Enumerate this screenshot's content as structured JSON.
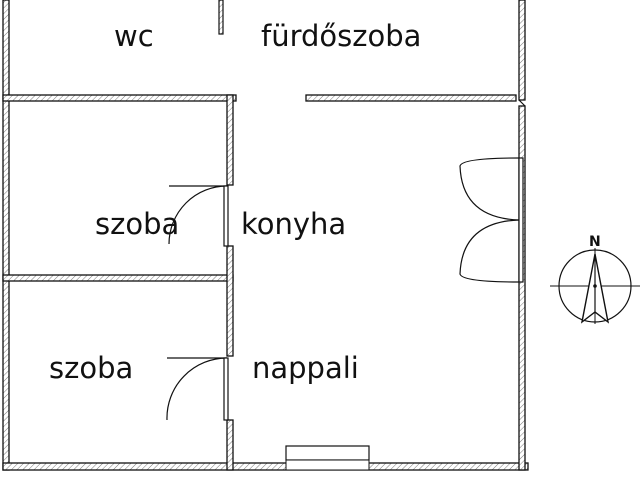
{
  "floor_plan": {
    "rooms": {
      "wc": "wc",
      "bathroom": "fürdőszoba",
      "room_upper": "szoba",
      "kitchen": "konyha",
      "room_lower": "szoba",
      "living_room": "nappali"
    },
    "compass": {
      "north_label": "N"
    }
  },
  "colors": {
    "line": "#111111",
    "hatch": "#555555",
    "background": "#ffffff"
  }
}
